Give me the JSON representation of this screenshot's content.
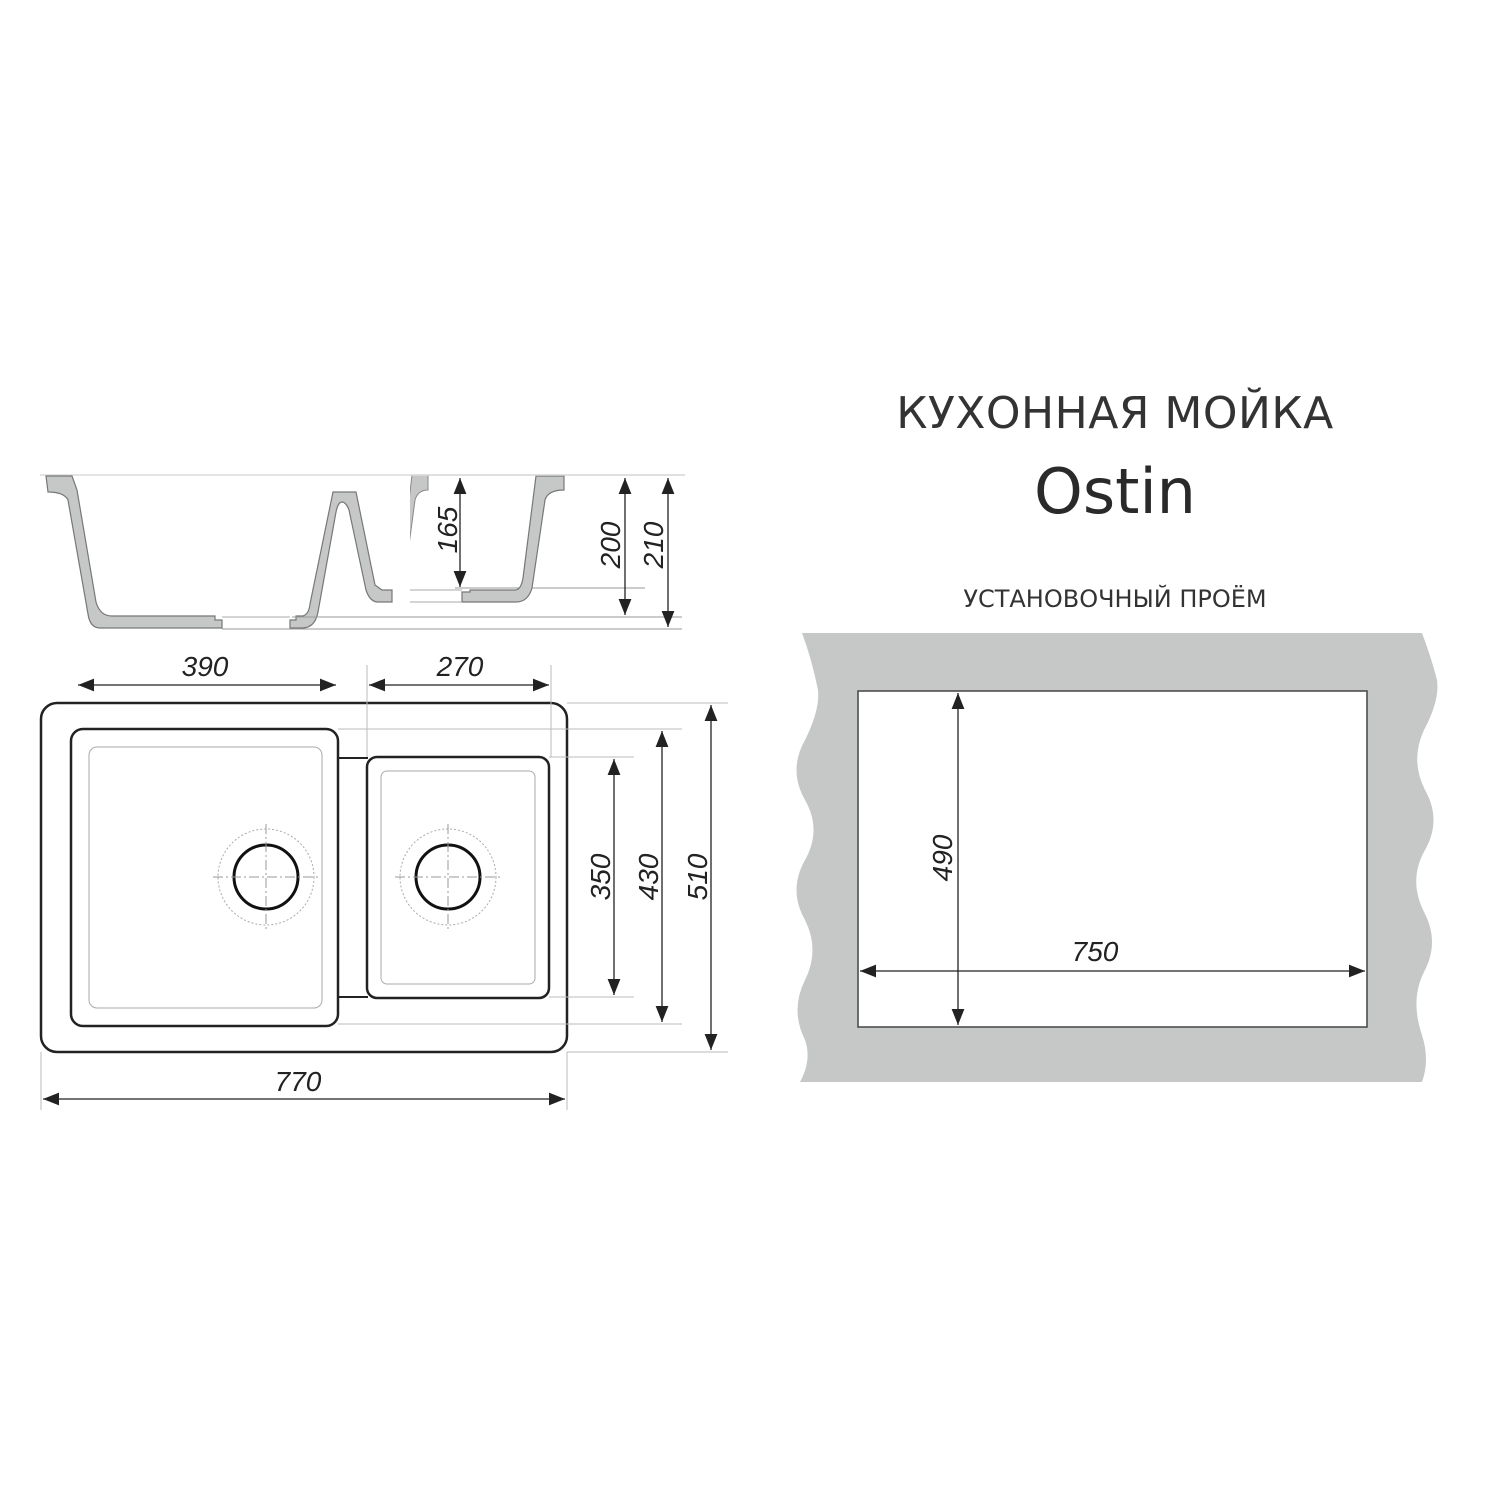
{
  "header": {
    "title": "КУХОННАЯ МОЙКА",
    "model": "Ostin"
  },
  "cutout": {
    "label": "УСТАНОВОЧНЫЙ ПРОЁМ",
    "width": "750",
    "height": "490",
    "countertop_color": "#c6c8c7"
  },
  "side_view": {
    "bowl_depth": "165",
    "depth_main": "200",
    "depth_total": "210",
    "profile_color": "#c6c8c7"
  },
  "top_view": {
    "large_bowl_width": "390",
    "small_bowl_width": "270",
    "overall_width": "770",
    "small_bowl_length": "350",
    "large_bowl_length": "430",
    "overall_length": "510"
  }
}
